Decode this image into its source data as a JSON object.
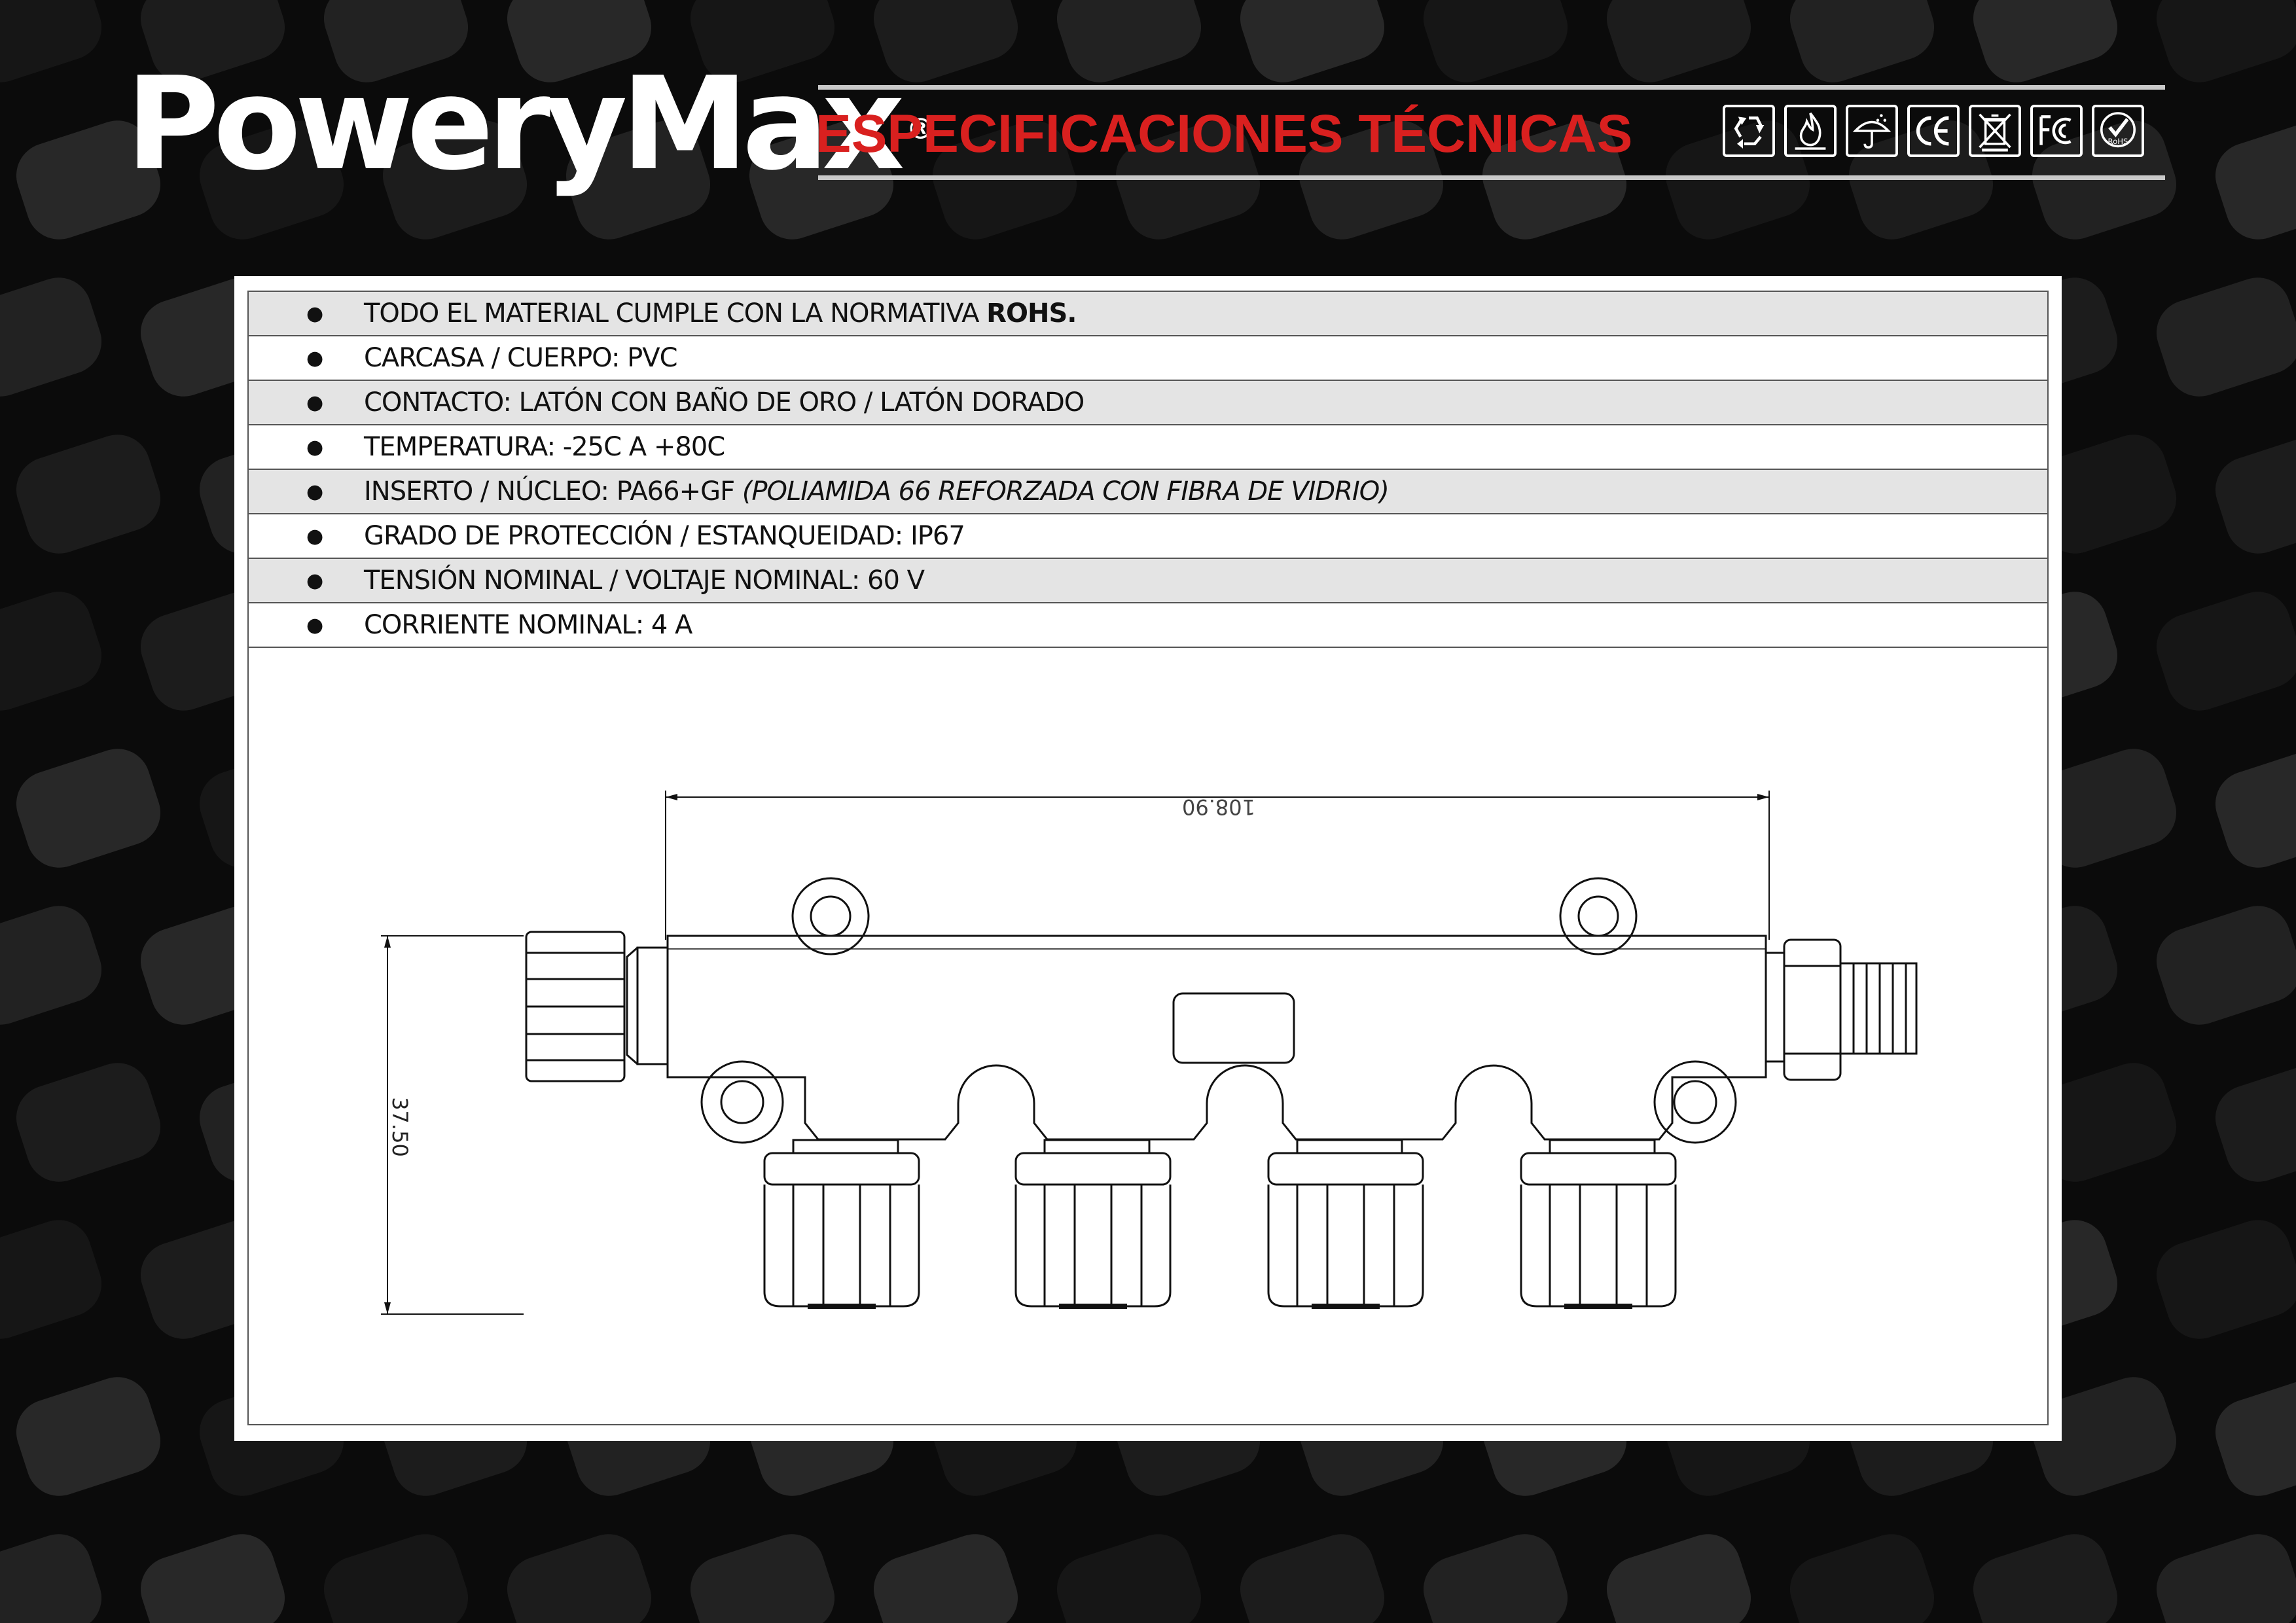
{
  "brand": {
    "name": "PoweryMax",
    "mark": "®"
  },
  "header": {
    "title": "ESPECIFICACIONES TÉCNICAS"
  },
  "certifications": [
    "recycle-icon",
    "flammability-icon",
    "water-umbrella-icon",
    "ce-mark-icon",
    "weee-bin-icon",
    "fc-mark-icon",
    "rohs-check-icon"
  ],
  "certification_labels": {
    "rohs": "RoHS"
  },
  "specs": [
    {
      "text": "TODO EL MATERIAL CUMPLE CON LA NORMATIVA ",
      "bold": "ROHS."
    },
    {
      "text": "CARCASA / CUERPO: PVC"
    },
    {
      "text": "CONTACTO: LATÓN CON BAÑO DE ORO / LATÓN DORADO"
    },
    {
      "text": "TEMPERATURA: -25C A +80C"
    },
    {
      "text": "INSERTO / NÚCLEO: PA66+GF ",
      "italic": "(POLIAMIDA 66 REFORZADA CON FIBRA DE VIDRIO)"
    },
    {
      "text": "GRADO DE PROTECCIÓN / ESTANQUEIDAD: IP67"
    },
    {
      "text": "TENSIÓN NOMINAL / VOLTAJE NOMINAL: 60 V"
    },
    {
      "text": "CORRIENTE NOMINAL: 4 A"
    }
  ],
  "drawing": {
    "width_dim": "108.90",
    "height_dim": "37.50"
  },
  "colors": {
    "title_red": "#d9201f",
    "background": "#0b0b0b",
    "row_shade": "#e4e4e4"
  }
}
